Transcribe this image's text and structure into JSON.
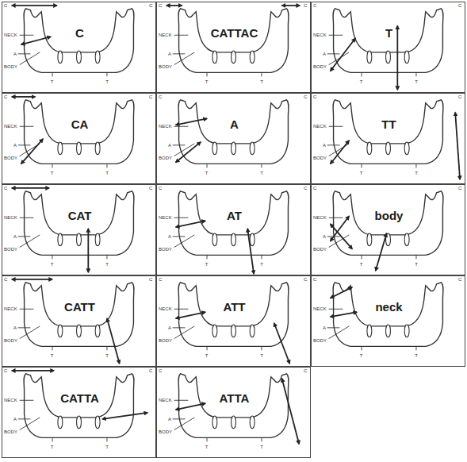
{
  "diagram": {
    "nodes": [
      {
        "text": [
          "C",
          "C",
          "NECK",
          "A",
          "BODY",
          "T",
          "T",
          "C"
        ]
      },
      {
        "text": [
          "CATTAC",
          "C",
          "NECK",
          "A",
          "BODY",
          "T",
          "T",
          "C"
        ]
      },
      {
        "text": [
          "T",
          "C",
          "NECK",
          "A",
          "BODY",
          "T",
          "T",
          "C"
        ]
      },
      {
        "text": [
          "CA",
          "C",
          "NECK",
          "A",
          "BODY",
          "T",
          "T",
          "C"
        ]
      },
      {
        "text": [
          "A",
          "C",
          "NECK",
          "A",
          "BODY",
          "T",
          "T",
          "C"
        ]
      },
      {
        "text": [
          "TT",
          "C",
          "NECK",
          "A",
          "BODY",
          "T",
          "T",
          "C"
        ]
      },
      {
        "text": [
          "CAT",
          "C",
          "NECK",
          "A",
          "BODY",
          "T",
          "T",
          "C"
        ]
      },
      {
        "text": [
          "AT",
          "C",
          "NECK",
          "A",
          "BODY",
          "T",
          "T",
          "C"
        ]
      },
      {
        "text": [
          "body",
          "C",
          "NECK",
          "A",
          "BODY",
          "T",
          "T",
          "C"
        ]
      },
      {
        "text": [
          "CATT",
          "C",
          "NECK",
          "A",
          "BODY",
          "T",
          "T",
          "C"
        ]
      },
      {
        "text": [
          "ATT",
          "C",
          "NECK",
          "A",
          "BODY",
          "T",
          "T",
          "C"
        ]
      },
      {
        "text": [
          "neck",
          "C",
          "NECK",
          "A",
          "BODY",
          "T",
          "T",
          "C"
        ]
      },
      {
        "text": [
          "CATTA",
          "C",
          "NECK",
          "A",
          "BODY",
          "T",
          "T",
          "C"
        ]
      },
      {
        "text": [
          "ATTA",
          "C",
          "NECK",
          "A",
          "BODY",
          "T",
          "T",
          "C"
        ]
      }
    ]
  }
}
